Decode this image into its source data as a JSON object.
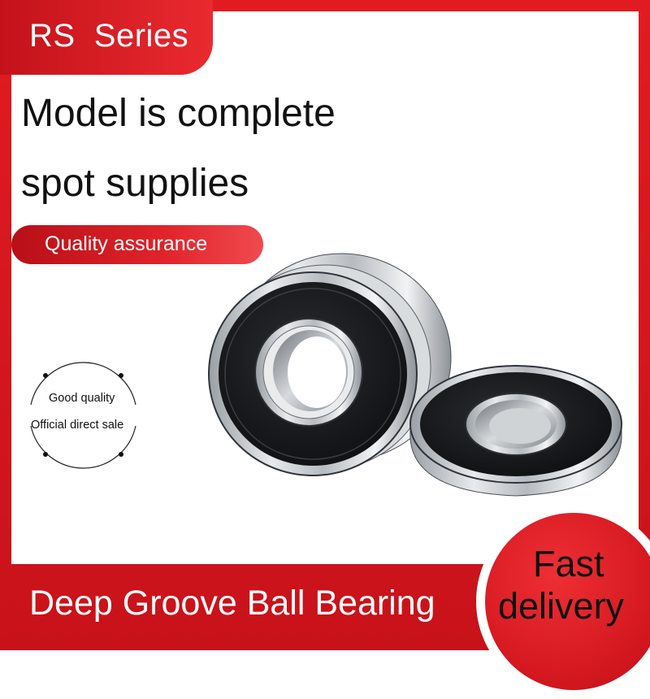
{
  "header": {
    "series_label": "RS  Series"
  },
  "headline": {
    "line1": "Model is complete",
    "line2": "spot supplies"
  },
  "tag": {
    "label": "Quality assurance"
  },
  "badge": {
    "line1": "Good quality",
    "line2": "Official direct sale"
  },
  "footer": {
    "product_name": "Deep Groove Ball Bearing"
  },
  "delivery": {
    "line1": "Fast",
    "line2": "delivery"
  },
  "product_image": {
    "subject": "two sealed deep groove ball bearings",
    "icon": "bearing-image"
  },
  "colors": {
    "brand_red": "#e21b22",
    "dark_red": "#c4121a",
    "text": "#111111",
    "white": "#ffffff"
  }
}
